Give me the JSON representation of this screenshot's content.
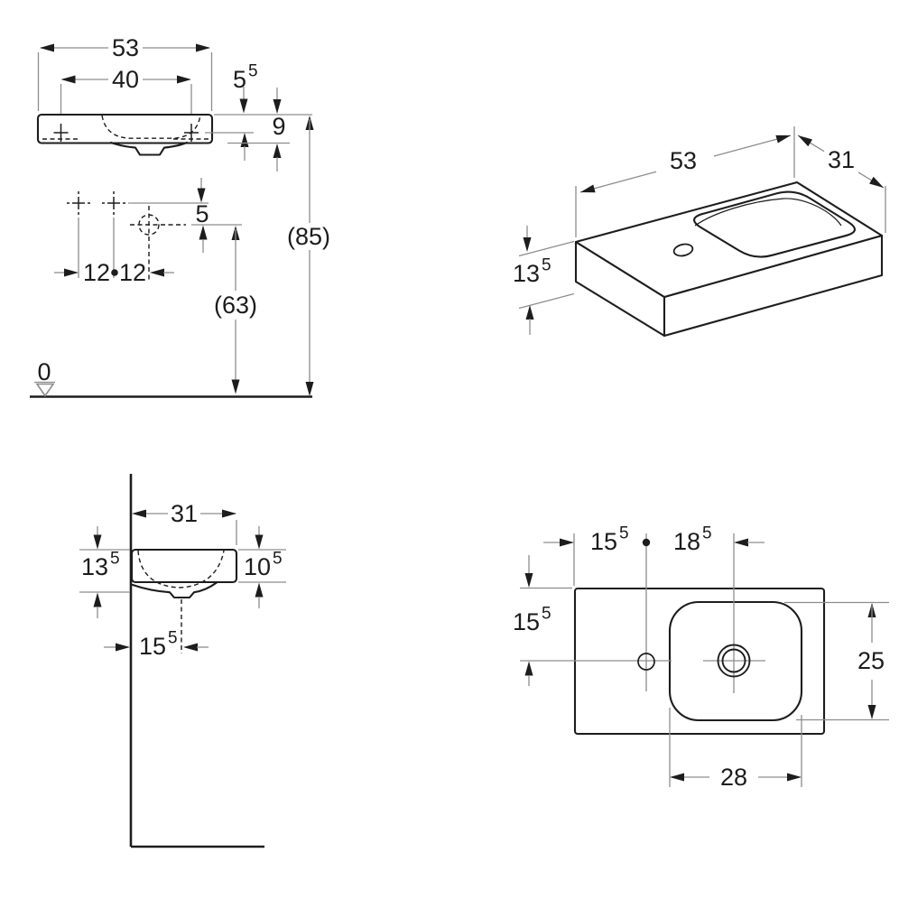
{
  "drawing_type": "washbasin technical dimension drawing",
  "views": {
    "front": {
      "label": "front elevation",
      "width_overall": "53",
      "tap_spacing": "40",
      "edge_to_holes_main": "5",
      "edge_to_holes_sup": "5",
      "front_height": "9",
      "offset_small": "5",
      "spacing_left": "12",
      "spacing_right": "12",
      "rim_height": "(85)",
      "trap_height": "(63)",
      "datum_zero": "0"
    },
    "iso": {
      "label": "isometric view",
      "width": "53",
      "depth": "31",
      "height_main": "13",
      "height_sup": "5"
    },
    "side": {
      "label": "side section",
      "depth": "31",
      "height_total_main": "13",
      "height_total_sup": "5",
      "height_front_main": "10",
      "height_front_sup": "5",
      "drain_offset_main": "15",
      "drain_offset_sup": "5"
    },
    "top": {
      "label": "plan view",
      "left_to_tap_main": "15",
      "left_to_tap_sup": "5",
      "tap_to_drain_main": "18",
      "tap_to_drain_sup": "5",
      "back_to_tap_main": "15",
      "back_to_tap_sup": "5",
      "bowl_depth": "25",
      "bowl_width": "28"
    }
  },
  "colors": {
    "outline": "#1d1d1d",
    "thin_line": "#8d8d8d",
    "text": "#1c1c1c",
    "background": "#ffffff"
  }
}
